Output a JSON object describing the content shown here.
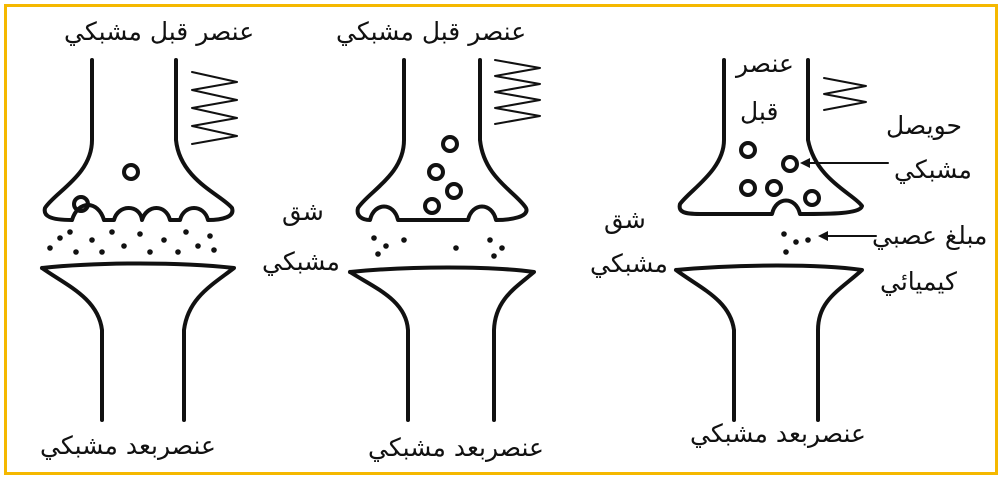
{
  "colors": {
    "frame": "#f5b800",
    "ink": "#111111",
    "background": "#ffffff"
  },
  "labels": {
    "left_presynaptic": "عنصر قبل مشبكي",
    "middle_presynaptic": "عنصر  قبل مشبكي",
    "right_presynaptic_line1": "عنصر",
    "right_presynaptic_line2": "قبل",
    "cleft_a_line1": "شق",
    "cleft_a_line2": "مشبكي",
    "cleft_b_line1": "شق",
    "cleft_b_line2": "مشبكي",
    "vesicle_line1": "حويصل",
    "vesicle_line2": "مشبكي",
    "neurotransmitter_line1": "مبلغ عصبي",
    "neurotransmitter_line2": "كيميائي",
    "left_postsynaptic": "عنصربعد مشبكي",
    "middle_postsynaptic": "عنصربعد مشبكي",
    "right_postsynaptic": "عنصربعد مشبكي"
  }
}
